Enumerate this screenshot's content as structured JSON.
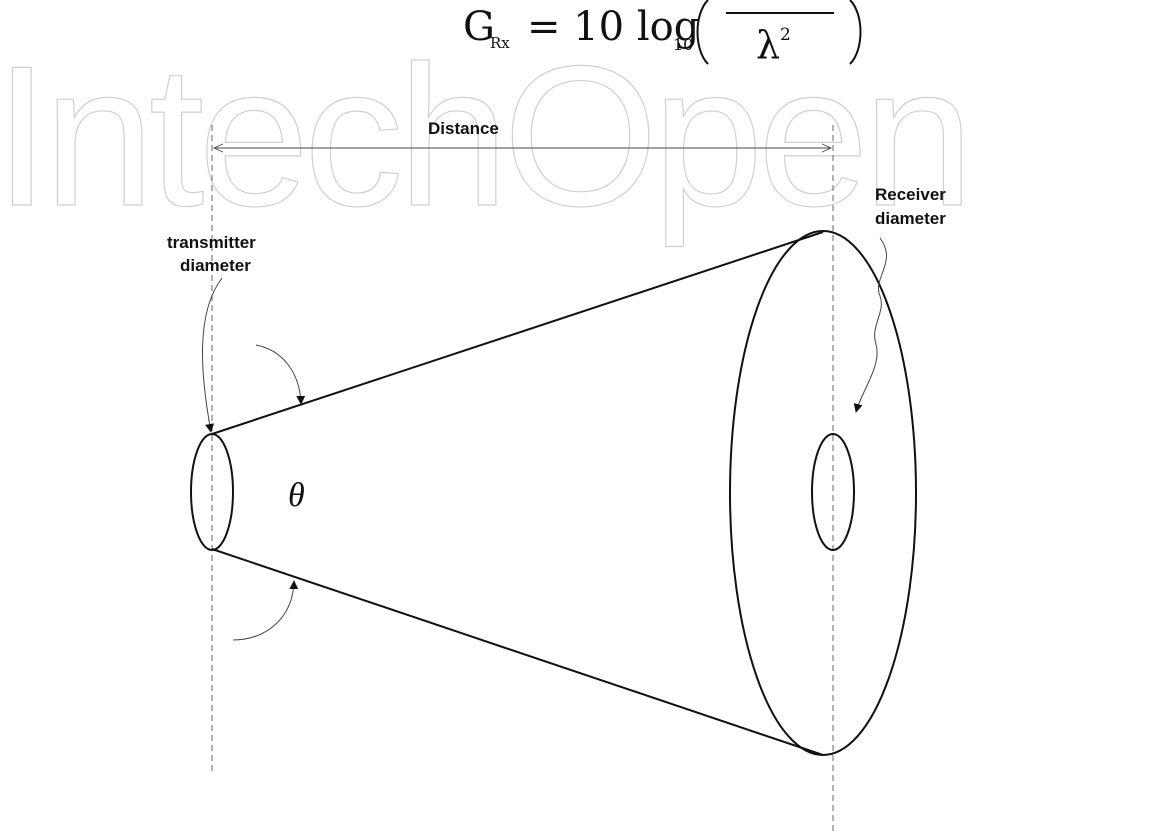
{
  "watermark": {
    "text": "IntechOpen"
  },
  "equation": {
    "lhs": "G",
    "lhs_sub": "Rx",
    "eq": "= 10 log",
    "log_sub": "10",
    "denominator": "λ",
    "denominator_sup": "2"
  },
  "labels": {
    "distance": "Distance",
    "receiver_line1": "Receiver",
    "receiver_line2": "diameter",
    "transmitter_line1": "transmitter",
    "transmitter_line2": "diameter",
    "angle": "θ"
  }
}
